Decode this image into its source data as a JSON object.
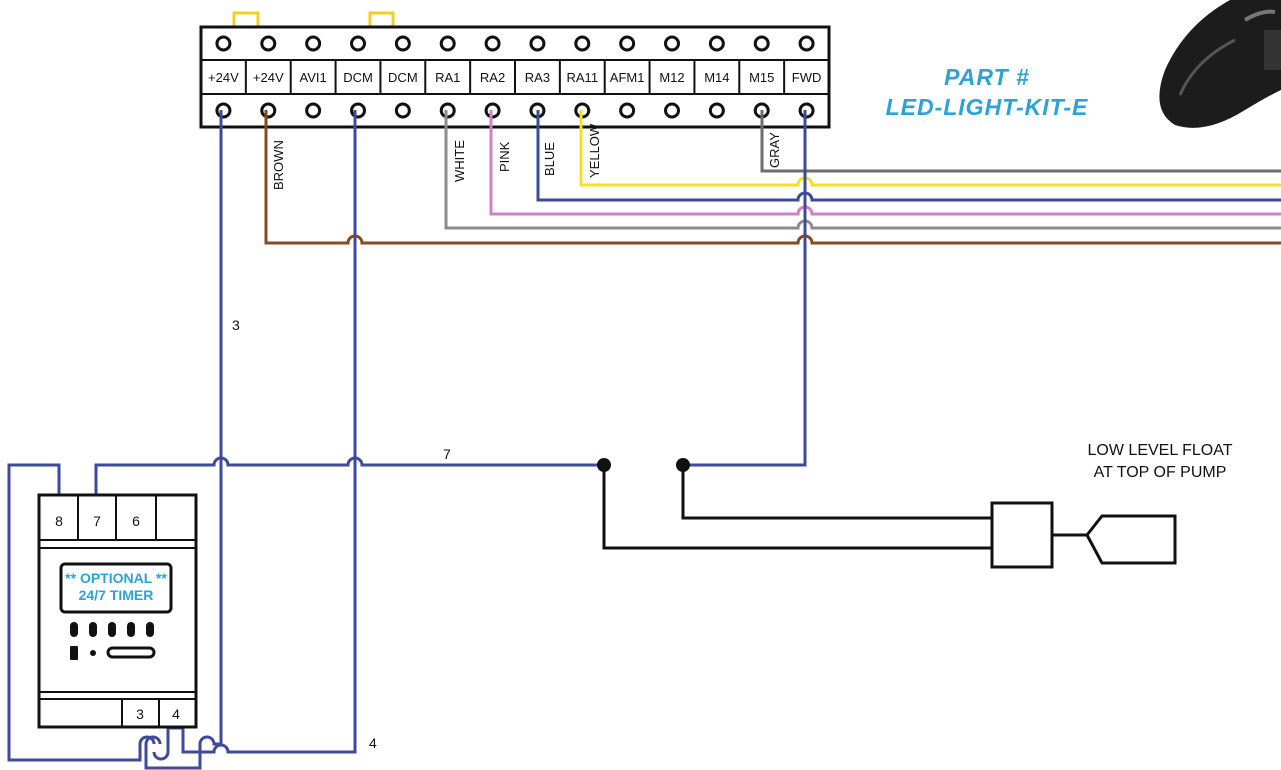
{
  "terminal_block": {
    "terminals": [
      "+24V",
      "+24V",
      "AVI1",
      "DCM",
      "DCM",
      "RA1",
      "RA2",
      "RA3",
      "RA11",
      "AFM1",
      "M12",
      "M14",
      "M15",
      "FWD"
    ]
  },
  "part": {
    "line1": "PART #",
    "line2": "LED-LIGHT-KIT-E"
  },
  "wires": {
    "brown": "BROWN",
    "white": "WHITE",
    "pink": "PINK",
    "blue": "BLUE",
    "yellow": "YELLOW",
    "gray": "GRAY",
    "colors": {
      "brown": "#8a4b1c",
      "white": "#8c8c8c",
      "pink": "#d47fc4",
      "blue": "#3a4a9c",
      "yellow": "#f2e221",
      "gray": "#6e6e6e",
      "control": "#3d4aa0",
      "jumper": "#f0d020"
    }
  },
  "wire_numbers": {
    "w3_top": "3",
    "w7": "7",
    "w4": "4"
  },
  "float": {
    "line1": "LOW LEVEL FLOAT",
    "line2": "AT TOP OF PUMP"
  },
  "timer": {
    "top_terminals": [
      "8",
      "7",
      "6"
    ],
    "bottom_terminals": [
      "3",
      "4"
    ],
    "optional": "** OPTIONAL **",
    "name": "24/7 TIMER"
  }
}
